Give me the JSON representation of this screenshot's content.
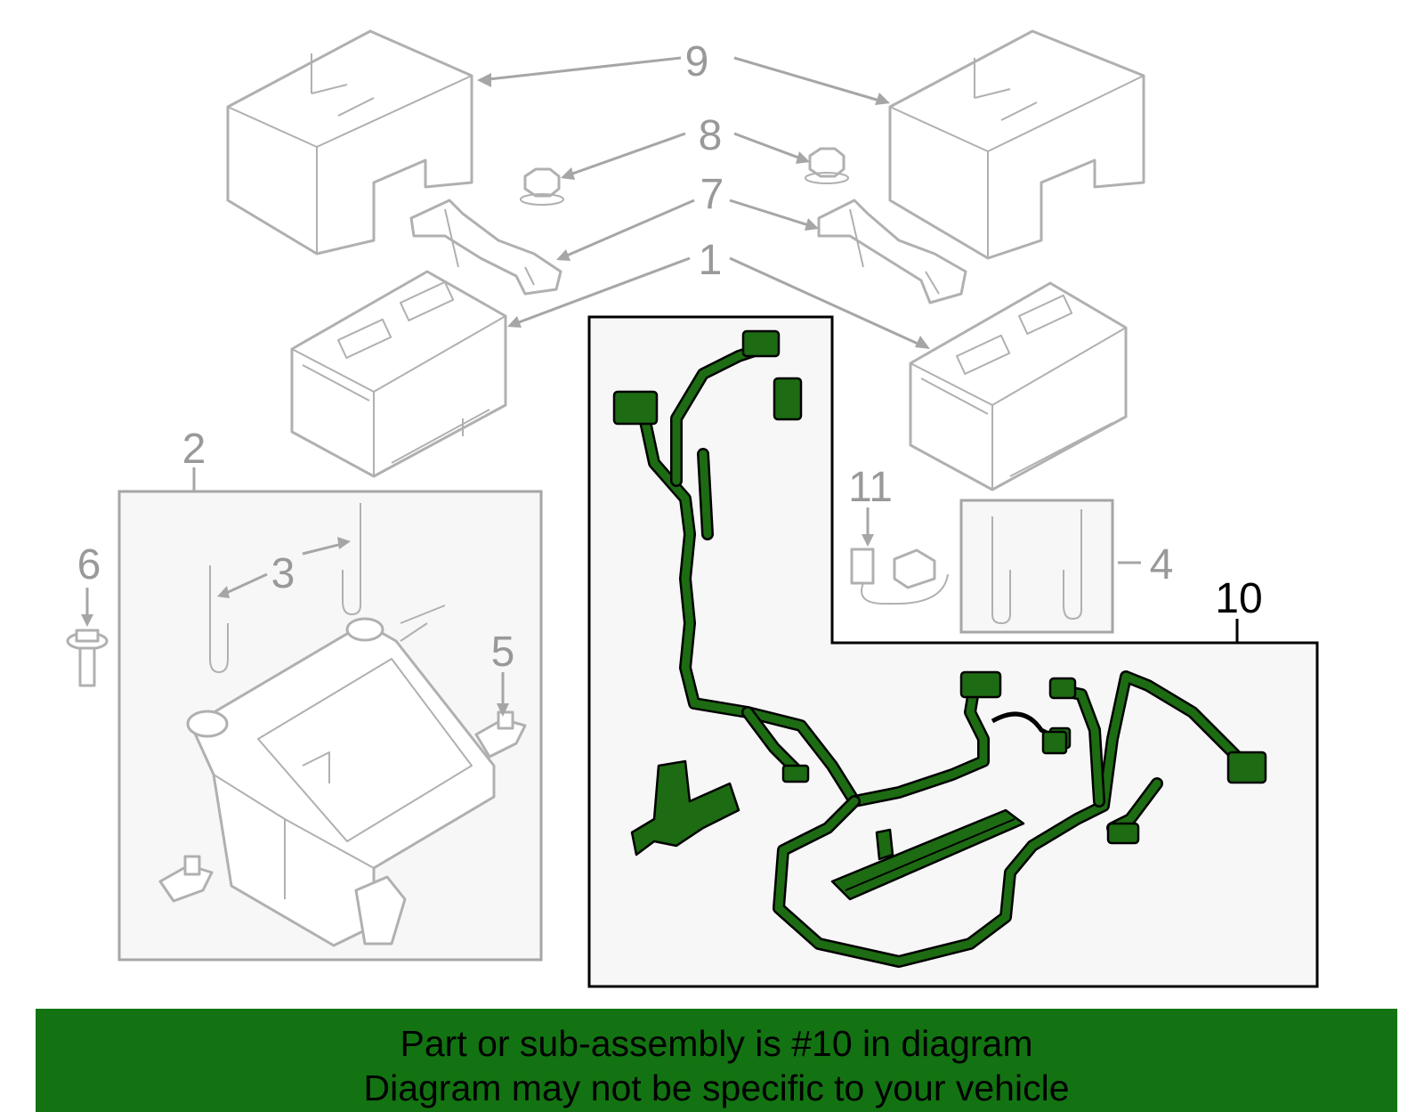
{
  "callouts": {
    "c1": "1",
    "c2": "2",
    "c3": "3",
    "c4": "4",
    "c5": "5",
    "c6": "6",
    "c7": "7",
    "c8": "8",
    "c9": "9",
    "c10": "10",
    "c11": "11"
  },
  "highlighted_part": "10",
  "banner": {
    "line1": "Part or sub-assembly is #10 in diagram",
    "line2": "Diagram may not be specific to your vehicle"
  },
  "colors": {
    "banner_bg": "#137312",
    "harness_green": "#1d6b12",
    "line_gray": "#a6a6a6",
    "panel_bg": "#f7f7f7"
  }
}
